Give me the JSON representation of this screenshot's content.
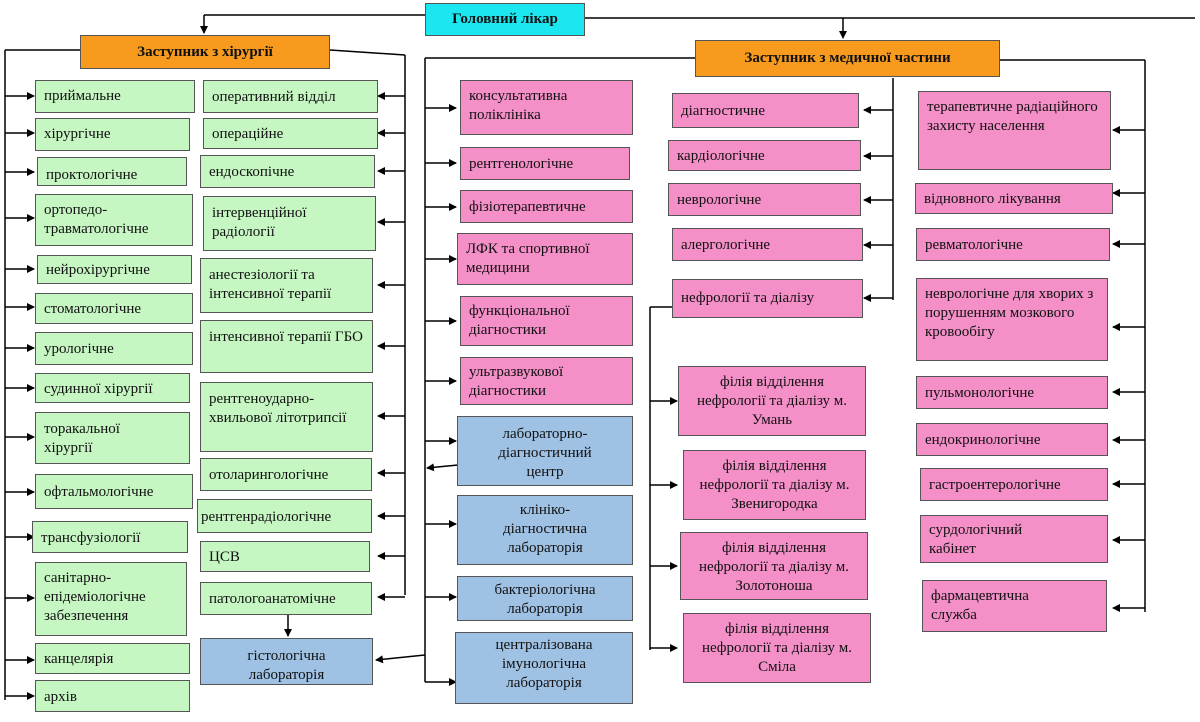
{
  "head": "Головний лікар",
  "surgery": {
    "title": "Заступник з хірургії",
    "left": [
      "приймальне",
      "хірургічне",
      "проктологічне",
      "ортопедо-травматологічне",
      "нейрохірургічне",
      "стоматологічне",
      "урологічне",
      "судинної хірургії",
      "торакальної хірургії",
      "офтальмологічне",
      "трансфузіології",
      "санітарно-епідеміологічне забезпечення",
      "канцелярія",
      "архів"
    ],
    "right": [
      "оперативний відділ",
      "операційне",
      "ендоскопічне",
      "інтервенційної радіології",
      "анестезіології та інтенсивної терапії",
      "інтенсивної терапії ГБО",
      "рентгеноударно-хвильової літотрипсії",
      "отоларингологічне",
      "рентгенрадіологічне",
      "ЦСВ",
      "патологоанатомічне"
    ],
    "histology": "гістологічна лабораторія"
  },
  "medical": {
    "title": "Заступник з медичної  частини",
    "col1": [
      "консультативна поліклініка",
      "рентгенологічне",
      "фізіотерапевтичне",
      "ЛФК та спортивної медицини",
      "функціональної діагностики",
      "ультразвукової діагностики"
    ],
    "labs": [
      "лабораторно-діагностичний центр",
      "клініко-діагностична лабораторія",
      "бактеріологічна лабораторія",
      "централізована імунологічна лабораторія"
    ],
    "col2": [
      "діагностичне",
      "кардіологічне",
      "неврологічне",
      "алергологічне",
      "нефрології та діалізу"
    ],
    "branches": [
      "філія відділення нефрології та діалізу м. Умань",
      "філія відділення нефрології та діалізу м. Звенигородка",
      "філія відділення нефрології та діалізу м. Золотоноша",
      "філія відділення нефрології та діалізу м. Сміла"
    ],
    "col3": [
      "терапевтичне радіаційного захисту населення",
      "відновного  лікування",
      "ревматологічне",
      "неврологічне для хворих з порушенням мозкового кровообігу",
      "пульмонологічне",
      "ендокринологічне",
      "гастроентерологічне",
      "сурдологічний кабінет",
      "фармацевтична служба"
    ]
  }
}
